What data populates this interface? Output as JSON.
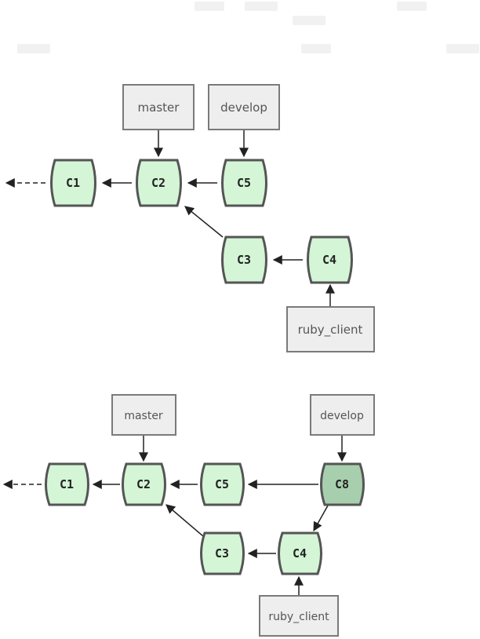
{
  "colors": {
    "commit_fill": "#d4f5d6",
    "commit_highlight_fill": "#a7cfae",
    "ref_fill": "#eeeeee"
  },
  "diagram_top": {
    "commits": [
      {
        "id": "c1",
        "label": "C1"
      },
      {
        "id": "c2",
        "label": "C2"
      },
      {
        "id": "c5",
        "label": "C5"
      },
      {
        "id": "c3",
        "label": "C3"
      },
      {
        "id": "c4",
        "label": "C4"
      }
    ],
    "refs": [
      {
        "id": "master",
        "label": "master",
        "points_to": "C2"
      },
      {
        "id": "develop",
        "label": "develop",
        "points_to": "C5"
      },
      {
        "id": "ruby_client",
        "label": "ruby_client",
        "points_to": "C4"
      }
    ],
    "edges": [
      {
        "from": "C2",
        "to": "C1"
      },
      {
        "from": "C5",
        "to": "C2"
      },
      {
        "from": "C3",
        "to": "C2"
      },
      {
        "from": "C4",
        "to": "C3"
      }
    ]
  },
  "diagram_bottom": {
    "commits": [
      {
        "id": "c1",
        "label": "C1"
      },
      {
        "id": "c2",
        "label": "C2"
      },
      {
        "id": "c5",
        "label": "C5"
      },
      {
        "id": "c8",
        "label": "C8",
        "highlighted": true
      },
      {
        "id": "c3",
        "label": "C3"
      },
      {
        "id": "c4",
        "label": "C4"
      }
    ],
    "refs": [
      {
        "id": "master",
        "label": "master",
        "points_to": "C2"
      },
      {
        "id": "develop",
        "label": "develop",
        "points_to": "C8"
      },
      {
        "id": "ruby_client",
        "label": "ruby_client",
        "points_to": "C4"
      }
    ],
    "edges": [
      {
        "from": "C2",
        "to": "C1"
      },
      {
        "from": "C5",
        "to": "C2"
      },
      {
        "from": "C8",
        "to": "C5"
      },
      {
        "from": "C8",
        "to": "C4"
      },
      {
        "from": "C3",
        "to": "C2"
      },
      {
        "from": "C4",
        "to": "C3"
      }
    ]
  }
}
